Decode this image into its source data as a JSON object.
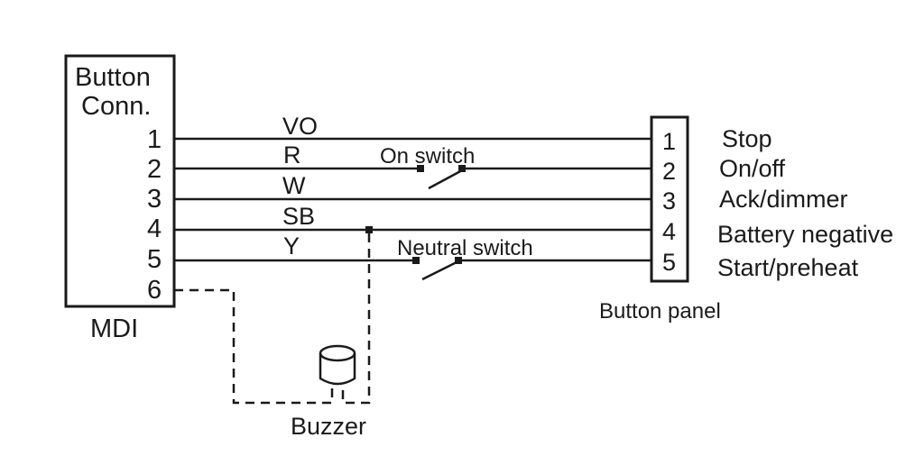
{
  "mdi": {
    "header_line1": "Button",
    "header_line2": "Conn.",
    "caption": "MDI",
    "pins": [
      "1",
      "2",
      "3",
      "4",
      "5",
      "6"
    ]
  },
  "wires": [
    {
      "pin": "1",
      "color_code": "VO"
    },
    {
      "pin": "2",
      "color_code": "R"
    },
    {
      "pin": "3",
      "color_code": "W"
    },
    {
      "pin": "4",
      "color_code": "SB"
    },
    {
      "pin": "5",
      "color_code": "Y"
    }
  ],
  "switches": {
    "on_switch": "On switch",
    "neutral_switch": "Neutral switch"
  },
  "buzzer": {
    "label": "Buzzer"
  },
  "button_panel": {
    "caption": "Button panel",
    "pins": [
      "1",
      "2",
      "3",
      "4",
      "5"
    ],
    "functions": [
      "Stop",
      "On/off",
      "Ack/dimmer",
      "Battery negative",
      "Start/preheat"
    ]
  },
  "colors": {
    "line": "#1a1a1a",
    "background": "#ffffff"
  }
}
